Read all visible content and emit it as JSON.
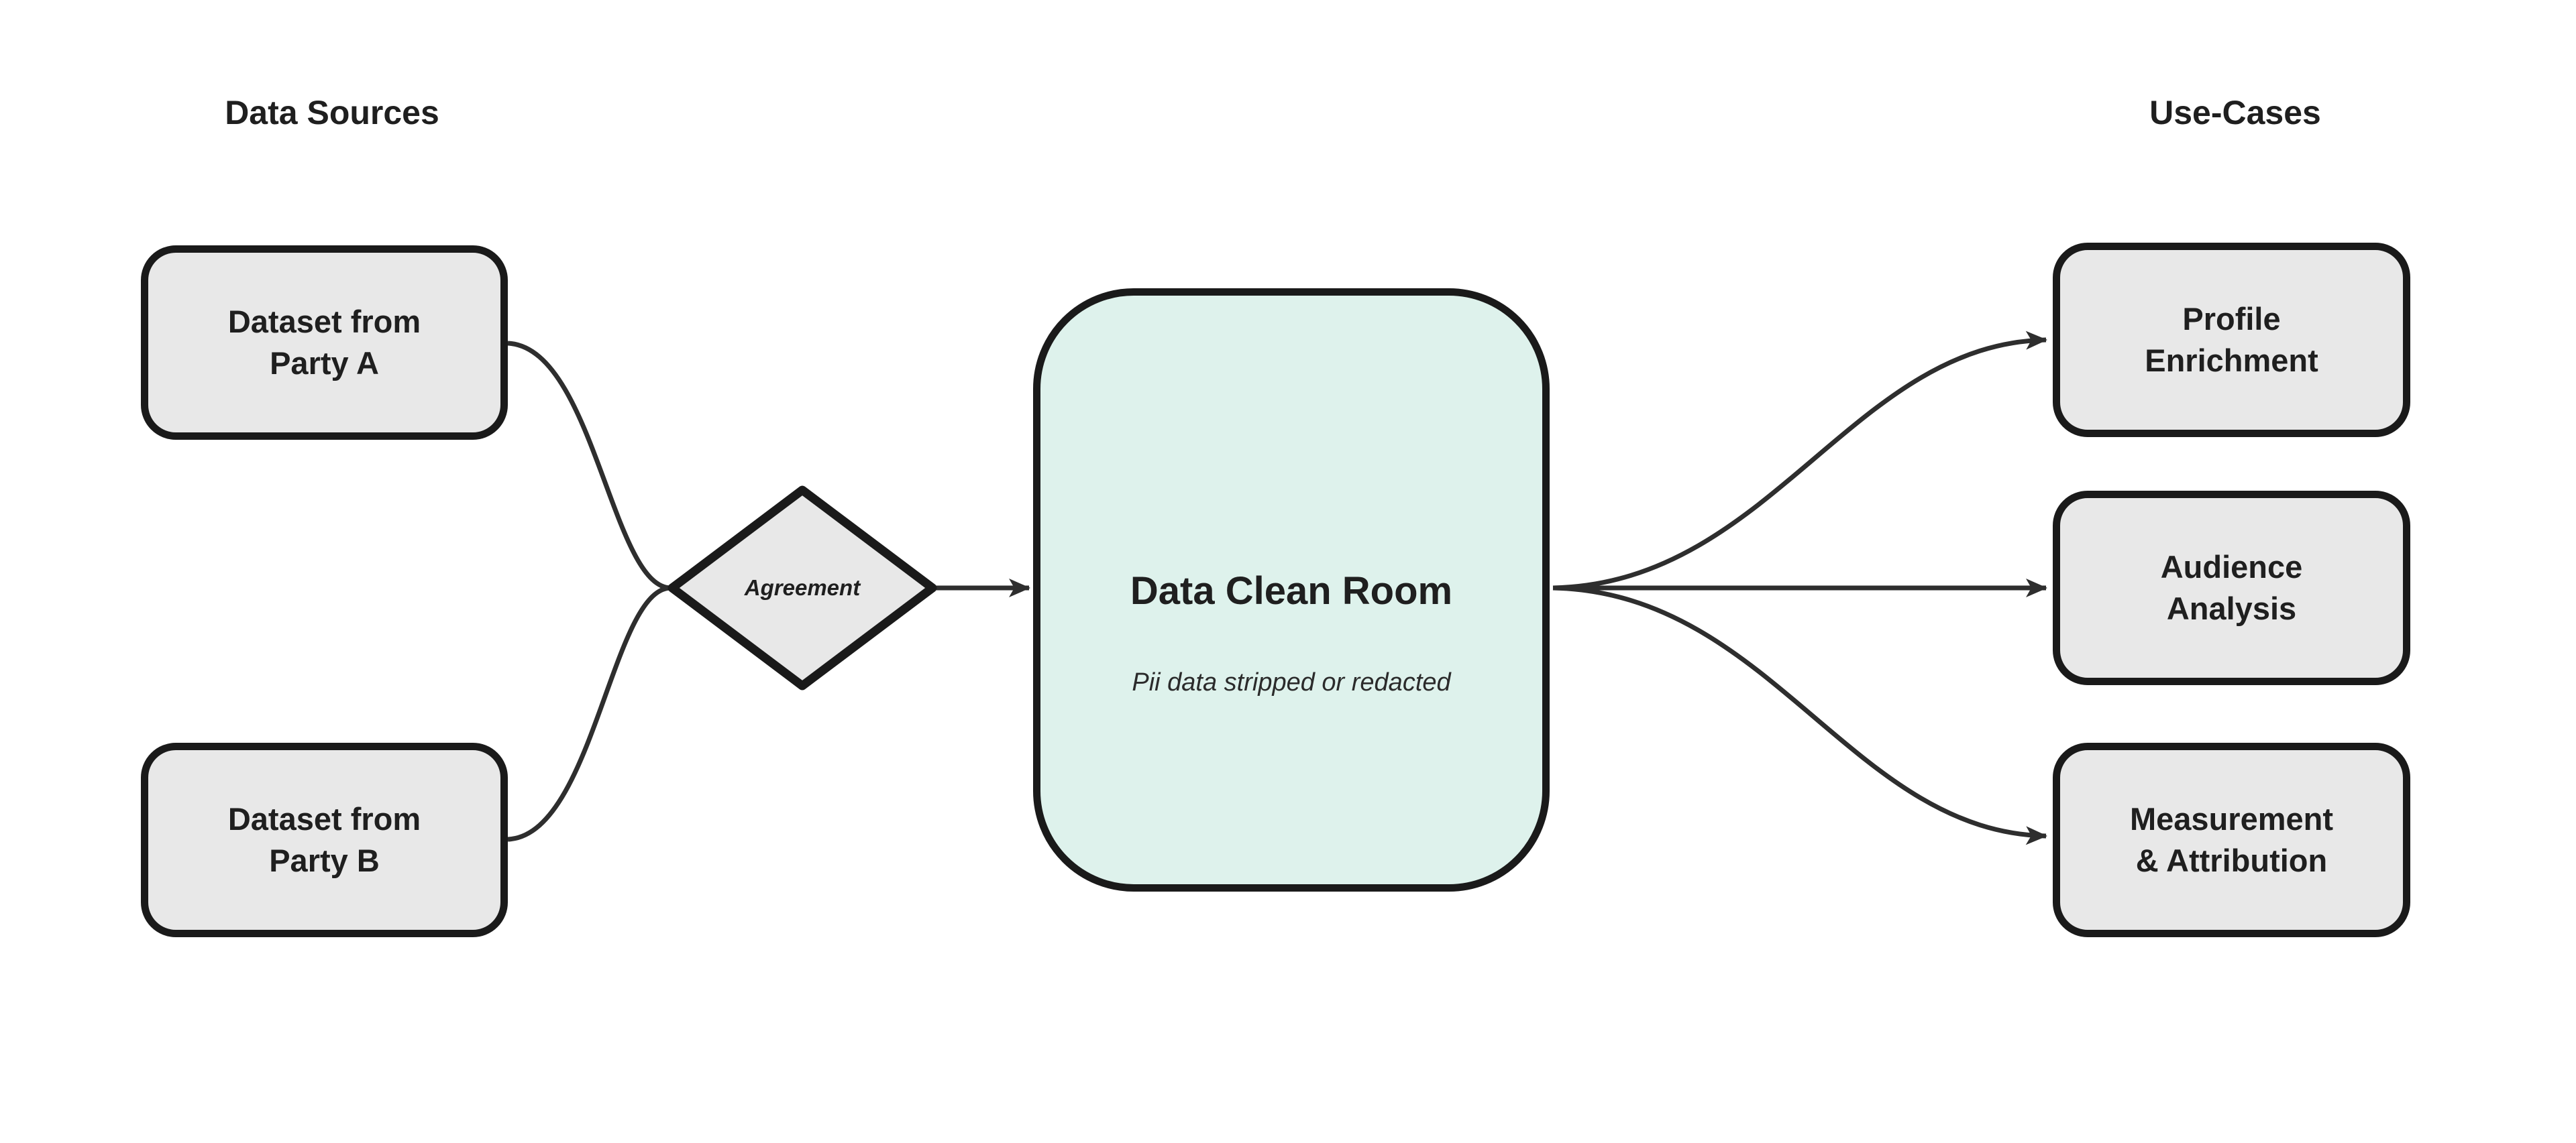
{
  "headings": {
    "data_sources": "Data Sources",
    "use_cases": "Use-Cases"
  },
  "nodes": {
    "party_a": {
      "lines": [
        "Dataset from",
        "Party A"
      ]
    },
    "party_b": {
      "lines": [
        "Dataset from",
        "Party B"
      ]
    },
    "agreement": {
      "label": "Agreement"
    },
    "clean_room": {
      "title": "Data Clean Room",
      "subtitle": "Pii data stripped or redacted"
    },
    "profile_enrichment": {
      "lines": [
        "Profile",
        "Enrichment"
      ]
    },
    "audience_analysis": {
      "lines": [
        "Audience",
        "Analysis"
      ]
    },
    "measurement_attribution": {
      "lines": [
        "Measurement",
        "& Attribution"
      ]
    }
  },
  "colors": {
    "background": "#ffffff",
    "node_fill": "#e8e8e8",
    "clean_room_fill": "#def2ec",
    "node_border": "#1a1a1a",
    "connector": "#2e2e2e",
    "text": "#1f1f1f",
    "subtitle_text": "#2b2b2b"
  }
}
